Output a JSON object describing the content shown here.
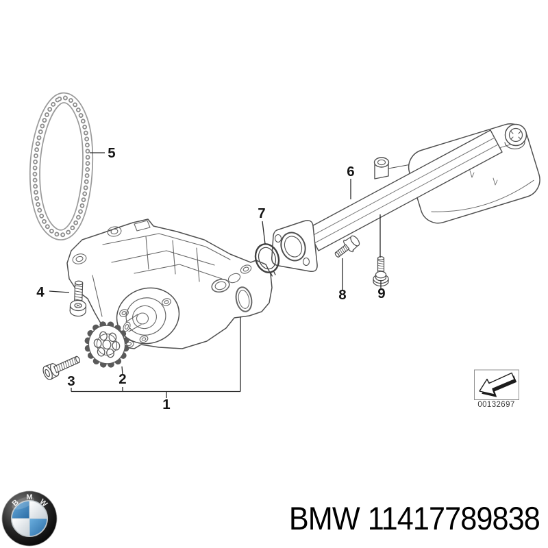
{
  "page": {
    "background": "#ffffff"
  },
  "diagram": {
    "description": "BMW oil pump exploded parts diagram",
    "callouts": [
      {
        "label": "1"
      },
      {
        "label": "2"
      },
      {
        "label": "3"
      },
      {
        "label": "4"
      },
      {
        "label": "5"
      },
      {
        "label": "6"
      },
      {
        "label": "7"
      },
      {
        "label": "8"
      },
      {
        "label": "9"
      }
    ],
    "image_code": "00132697"
  },
  "footer": {
    "brand": "BMW",
    "part_number": "11417789838"
  },
  "logo": {
    "letters": [
      "B",
      "M",
      "W"
    ]
  },
  "colors": {
    "line": "#4f4f4f",
    "detail_line": "#666666",
    "chain": "#9b9b9b",
    "label_text": "#151515",
    "code_text": "#3a3a3a",
    "logo_blue": "#3d8fc6",
    "logo_black": "#0d0d0d"
  }
}
